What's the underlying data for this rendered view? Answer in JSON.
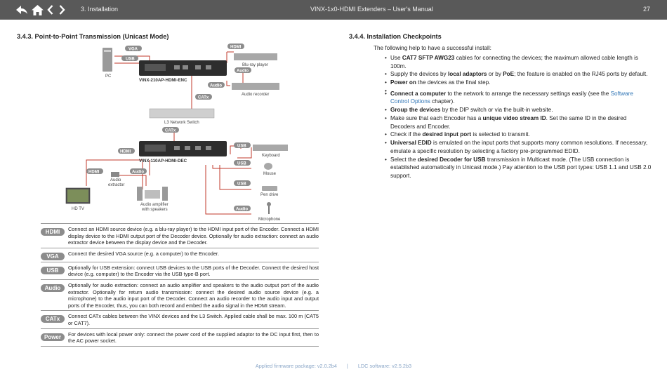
{
  "header": {
    "breadcrumb": "3. Installation",
    "title": "VINX-1x0-HDMI Extenders – User's Manual",
    "page_number": "27"
  },
  "left": {
    "section_title": "3.4.3. Point-to-Point Transmission (Unicast Mode)",
    "diagram": {
      "vga": "VGA",
      "usb_top": "USB",
      "pc": "PC",
      "hdmi_top": "HDMI",
      "bluray": "Blu-ray player",
      "audio_top": "Audio",
      "audio_mid": "Audio",
      "audio_recorder": "Audio recorder",
      "enc_model": "VINX-210AP-HDMI-ENC",
      "catx_top": "CATx",
      "switch": "L3 Network Switch",
      "catx_bottom": "CATx",
      "hdmi_dec": "HDMI",
      "dec_model": "VINX-110AP-HDMI-DEC",
      "usb_kbd": "USB",
      "keyboard": "Keyboard",
      "usb_mouse": "USB",
      "mouse": "Mouse",
      "usb_pen": "USB",
      "pendrive": "Pen drive",
      "audio_mic": "Audio",
      "microphone": "Microphone",
      "hdmi_tv": "HDMI",
      "audio_amp": "Audio",
      "audio_extractor_1": "Audio",
      "audio_extractor_2": "extractor",
      "hdtv": "HD TV",
      "amp_1": "Audio amplifier",
      "amp_2": "with speakers"
    },
    "legend": [
      {
        "badge": "HDMI",
        "text": "Connect an HDMI source device (e.g. a blu-ray player) to the HDMI input port of the Encoder. Connect a HDMI display device to the HDMI output port of the Decoder device. Optionally for audio extraction: connect an audio extractor device between the display device and the Decoder."
      },
      {
        "badge": "VGA",
        "text": "Connect the desired VGA source (e.g. a computer) to the Encoder."
      },
      {
        "badge": "USB",
        "text": "Optionally for USB extension: connect USB devices to the USB ports of the Decoder. Connect the desired host device (e.g. computer) to the Encoder via the USB type-B port."
      },
      {
        "badge": "Audio",
        "text": "Optionally for audio extraction: connect an audio amplifier and speakers to the audio output port of the audio extractor. Optionally for return audio transmission: connect the desired audio source device (e.g. a microphone) to the audio input port of the Decoder. Connect an audio recorder to the audio input and output ports of the Encoder, thus, you can both record and embed the audio signal in the HDMI stream."
      },
      {
        "badge": "CATx",
        "text": "Connect CATx cables between the VINX devices and the L3 Switch. Applied cable shall be max. 100 m (CAT5 or CAT7)."
      },
      {
        "badge": "Power",
        "text": "For devices with local power only: connect the power cord of the supplied adaptor to the DC input first, then to the AC power socket."
      }
    ]
  },
  "right": {
    "section_title": "3.4.4. Installation Checkpoints",
    "intro": "The following help to have a successful install:",
    "items": [
      {
        "pre": "Use ",
        "bold": "CAT7 SFTP AWG23",
        "post": " cables for connecting the devices; the maximum allowed cable length is 100m."
      },
      {
        "pre": "Supply the devices by ",
        "bold": "local adaptors",
        "mid": " or by ",
        "bold2": "PoE",
        "post": "; the feature is enabled on the RJ45 ports by default."
      },
      {
        "pre": "",
        "bold": "Power on",
        "post": " the devices as the final step."
      },
      {
        "pre": "",
        "bold": "Connect a computer",
        "post": " to the network to arrange the necessary settings easily (see the ",
        "link": "Software Control Options",
        "post2": " chapter)."
      },
      {
        "pre": "",
        "bold": "Group the devices",
        "post": " by the DIP switch or via the built-in website."
      },
      {
        "pre": "Make sure that each Encoder has a ",
        "bold": "unique video stream ID",
        "post": ". Set the same ID in the desired Decoders and Encoder."
      },
      {
        "pre": "Check if the ",
        "bold": "desired input port",
        "post": " is selected to transmit."
      },
      {
        "pre": "",
        "bold": "Universal EDID",
        "post": " is emulated on the input ports that supports many common resolutions. If necessary, emulate a specific resolution by selecting a factory pre-programmed EDID."
      },
      {
        "pre": "Select the ",
        "bold": "desired Decoder for USB",
        "post": " transmission in Multicast mode. (The USB connection is established automatically in Unicast mode.) Pay attention to the USB port types: USB 1.1 and USB 2.0 support."
      }
    ]
  },
  "footer": {
    "firmware": "Applied firmware package: v2.0.2b4",
    "separator": "|",
    "software": "LDC software: v2.5.2b3"
  },
  "colors": {
    "header_bg": "#595959",
    "cable_red": "#c0392b",
    "label_bg": "#8c8c8c",
    "link": "#2e74b5",
    "footer": "#8aa6c7"
  }
}
